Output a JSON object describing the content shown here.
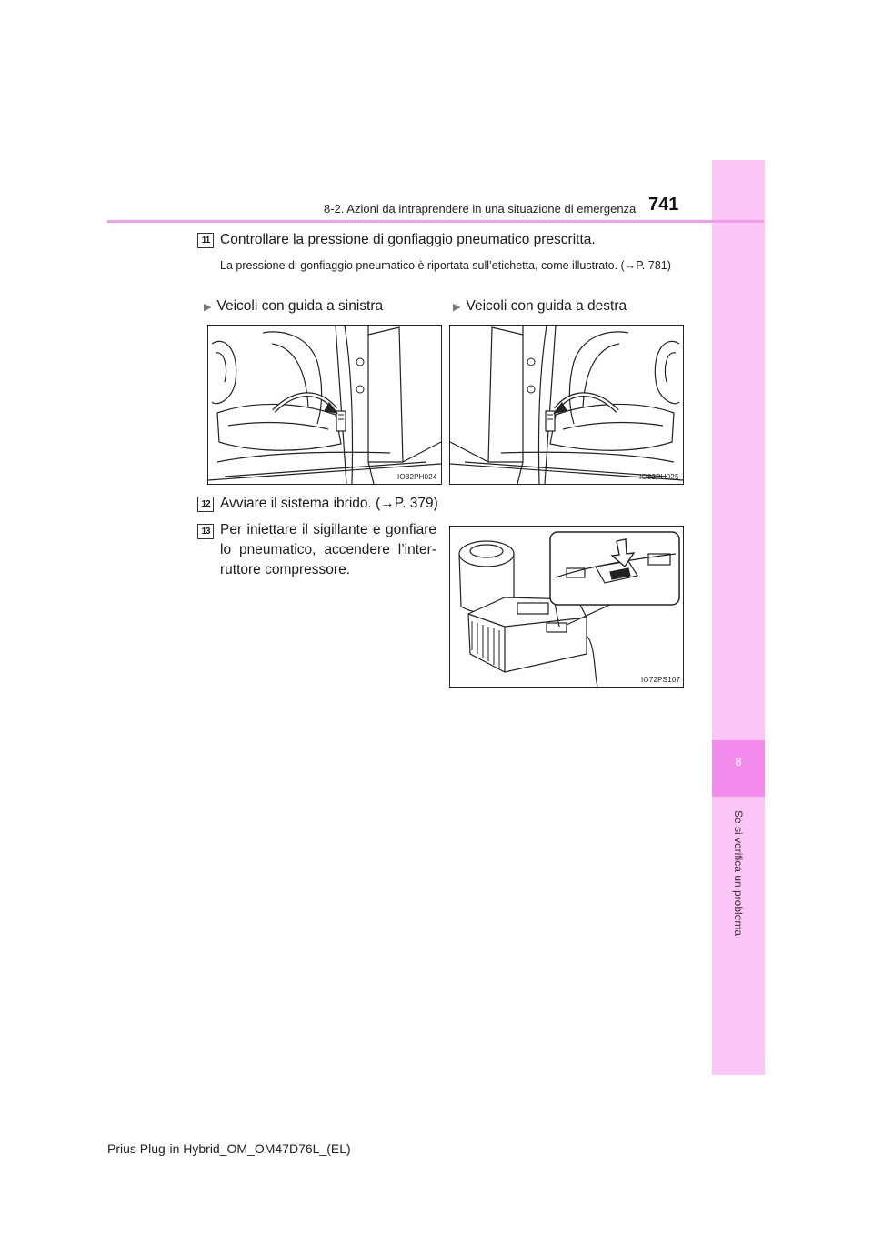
{
  "header": {
    "section_title": "8-2. Azioni da intraprendere in una situazione di emergenza",
    "page_number": "741"
  },
  "side_tab": {
    "chapter_number": "8",
    "chapter_label": "Se si verifica un problema"
  },
  "steps": [
    {
      "number": "11",
      "text": "Controllare la pressione di gonfiaggio pneumatico prescritta.",
      "note": "La pressione di gonfiaggio pneumatico è riportata sull’etichetta, come illustrato. (→P. 781)"
    },
    {
      "number": "12",
      "text": "Avviare il sistema ibrido. (→P. 379)"
    },
    {
      "number": "13",
      "text": "Per iniettare il sigillante e gonfiare lo pneumatico, accendere l’inter-ruttore compressore."
    }
  ],
  "figures": {
    "left_hand_drive": {
      "caption": "Veicoli con guida a sinistra",
      "code": "IO82PH024"
    },
    "right_hand_drive": {
      "caption": "Veicoli con guida a destra",
      "code": "IO82PH025"
    },
    "compressor": {
      "code": "IO72PS107"
    }
  },
  "footer": {
    "document_id": "Prius Plug-in Hybrid_OM_OM47D76L_(EL)"
  }
}
